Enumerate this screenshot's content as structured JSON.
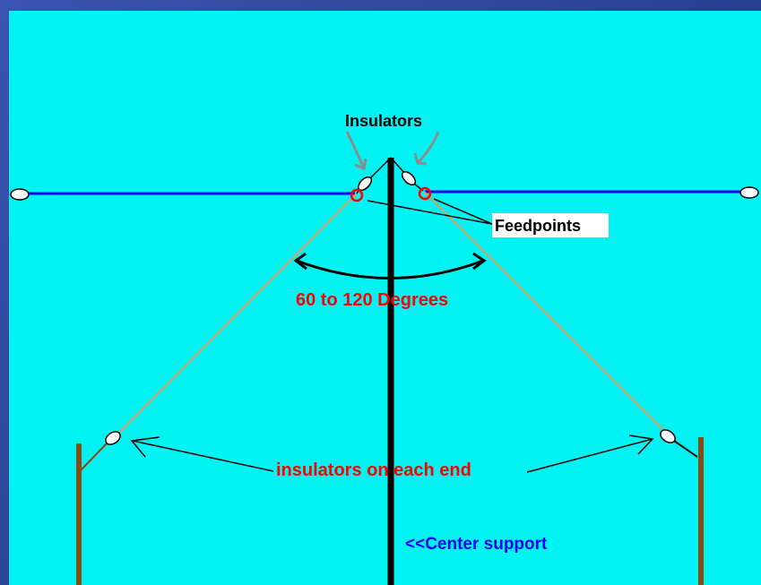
{
  "diagram": {
    "labels": {
      "insulators_top": "Insulators",
      "feedpoints": "Feedpoints",
      "angle": "60 to 120 Degrees",
      "end_insulators": "insulators on each end",
      "center_support": "<<Center support"
    },
    "colors": {
      "background": "#00f4f4",
      "border": "#2a3f8f",
      "dipole_wire": "#0000ff",
      "leg_wire": "#e39a5a",
      "mast": "#000000",
      "end_posts": "#8a4a10",
      "feedpoint": "#ff0000",
      "red_text": "#ff0000",
      "blue_text": "#0000ff",
      "pointer_gray": "#8c8c8c"
    }
  }
}
